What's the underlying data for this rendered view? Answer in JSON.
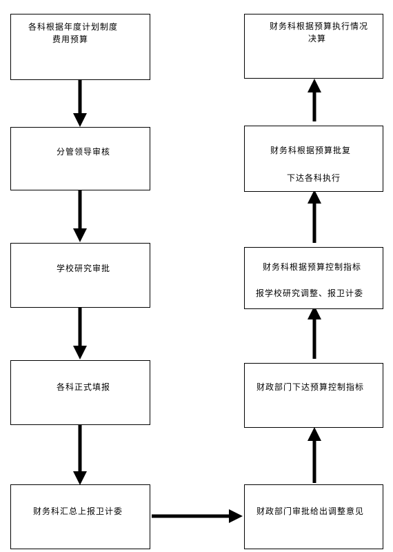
{
  "flow": {
    "left": [
      {
        "lines": [
          "各科根据年度计划制度",
          "费用预算"
        ]
      },
      {
        "lines": [
          "分管领导审核"
        ]
      },
      {
        "lines": [
          "学校研究审批"
        ]
      },
      {
        "lines": [
          "各科正式填报"
        ]
      },
      {
        "lines": [
          "财务科汇总上报卫计委"
        ]
      }
    ],
    "right": [
      {
        "lines": [
          "财务科根据预算执行情况",
          "决算"
        ]
      },
      {
        "lines": [
          "财务科根据预算批复",
          "下达各科执行"
        ]
      },
      {
        "lines": [
          "财务科根据预算控制指标",
          "报学校研究调整、报卫计委"
        ]
      },
      {
        "lines": [
          "财政部门下达预算控制指标"
        ]
      },
      {
        "lines": [
          "财政部门审批给出调整意见"
        ]
      }
    ]
  },
  "colors": {
    "border": "#000000",
    "arrow": "#000000",
    "spellcheck_underline": "#3b4bd8"
  }
}
